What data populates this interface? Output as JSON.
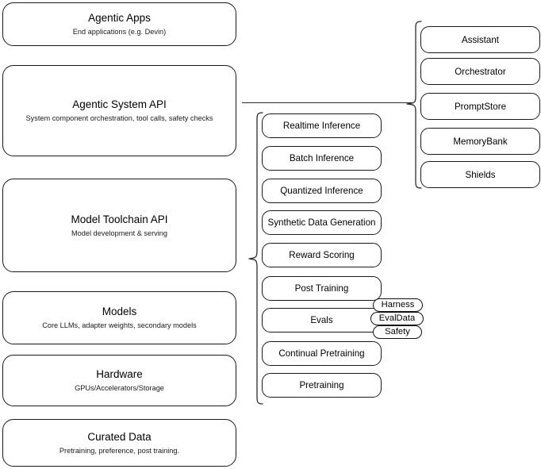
{
  "diagram": {
    "title": "Agentic AI stack layers",
    "stroke_color": "#1a1a1a",
    "background_color": "#ffffff"
  },
  "stack_layers": [
    {
      "name": "agentic-apps",
      "title": "Agentic Apps",
      "subtitle": "End applications (e.g. Devin)"
    },
    {
      "name": "agentic-system-api",
      "title": "Agentic System API",
      "subtitle": "System component orchestration, tool calls, safety checks"
    },
    {
      "name": "model-toolchain-api",
      "title": "Model Toolchain API",
      "subtitle": "Model development & serving"
    },
    {
      "name": "models",
      "title": "Models",
      "subtitle": "Core LLMs, adapter weights, secondary models"
    },
    {
      "name": "hardware",
      "title": "Hardware",
      "subtitle": "GPUs/Accelerators/Storage"
    },
    {
      "name": "curated-data",
      "title": "Curated Data",
      "subtitle": "Pretraining, preference, post training."
    }
  ],
  "toolchain_components": [
    {
      "name": "realtime-inference",
      "label": "Realtime Inference"
    },
    {
      "name": "batch-inference",
      "label": "Batch Inference"
    },
    {
      "name": "quantized-inference",
      "label": "Quantized Inference"
    },
    {
      "name": "synthetic-data-generation",
      "label": "Synthetic Data Generation"
    },
    {
      "name": "reward-scoring",
      "label": "Reward Scoring"
    },
    {
      "name": "post-training",
      "label": "Post Training"
    },
    {
      "name": "evals",
      "label": "Evals"
    },
    {
      "name": "continual-pretraining",
      "label": "Continual Pretraining"
    },
    {
      "name": "pretraining",
      "label": "Pretraining"
    }
  ],
  "eval_subcomponents": [
    {
      "name": "harness",
      "label": "Harness"
    },
    {
      "name": "evaldata",
      "label": "EvalData"
    },
    {
      "name": "safety",
      "label": "Safety"
    }
  ],
  "system_components": [
    {
      "name": "assistant",
      "label": "Assistant"
    },
    {
      "name": "orchestrator",
      "label": "Orchestrator"
    },
    {
      "name": "promptstore",
      "label": "PromptStore"
    },
    {
      "name": "memorybank",
      "label": "MemoryBank"
    },
    {
      "name": "shields",
      "label": "Shields"
    }
  ]
}
